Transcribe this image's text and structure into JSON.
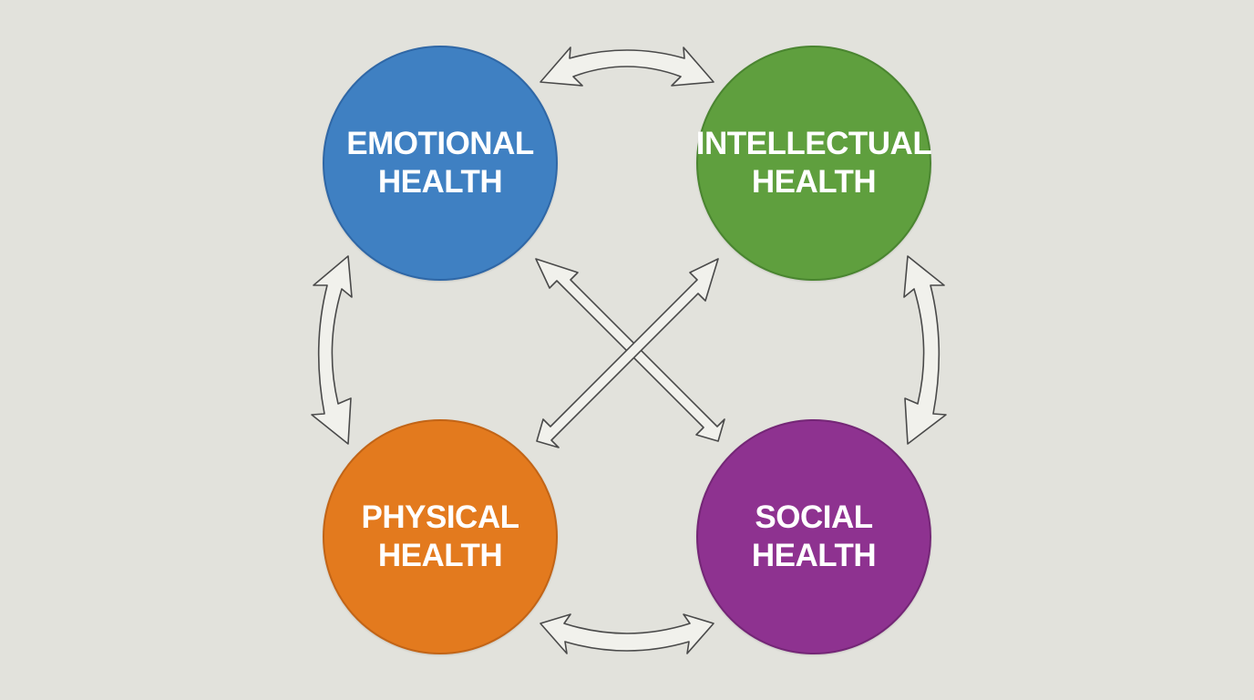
{
  "nodes": {
    "emotional": {
      "line1": "EMOTIONAL",
      "line2": "HEALTH",
      "color": "#3f80c2"
    },
    "intellectual": {
      "line1": "INTELLECTUAL",
      "line2": "HEALTH",
      "color": "#5f9f3e"
    },
    "physical": {
      "line1": "PHYSICAL",
      "line2": "HEALTH",
      "color": "#e37a1e"
    },
    "social": {
      "line1": "SOCIAL",
      "line2": "HEALTH",
      "color": "#8e3290"
    }
  },
  "connections": [
    {
      "from": "emotional",
      "to": "intellectual",
      "direction": "bidirectional",
      "shape": "curved"
    },
    {
      "from": "intellectual",
      "to": "social",
      "direction": "bidirectional",
      "shape": "curved"
    },
    {
      "from": "social",
      "to": "physical",
      "direction": "bidirectional",
      "shape": "curved"
    },
    {
      "from": "physical",
      "to": "emotional",
      "direction": "bidirectional",
      "shape": "curved"
    },
    {
      "from": "emotional",
      "to": "social",
      "direction": "bidirectional",
      "shape": "straight"
    },
    {
      "from": "intellectual",
      "to": "physical",
      "direction": "bidirectional",
      "shape": "straight"
    }
  ]
}
